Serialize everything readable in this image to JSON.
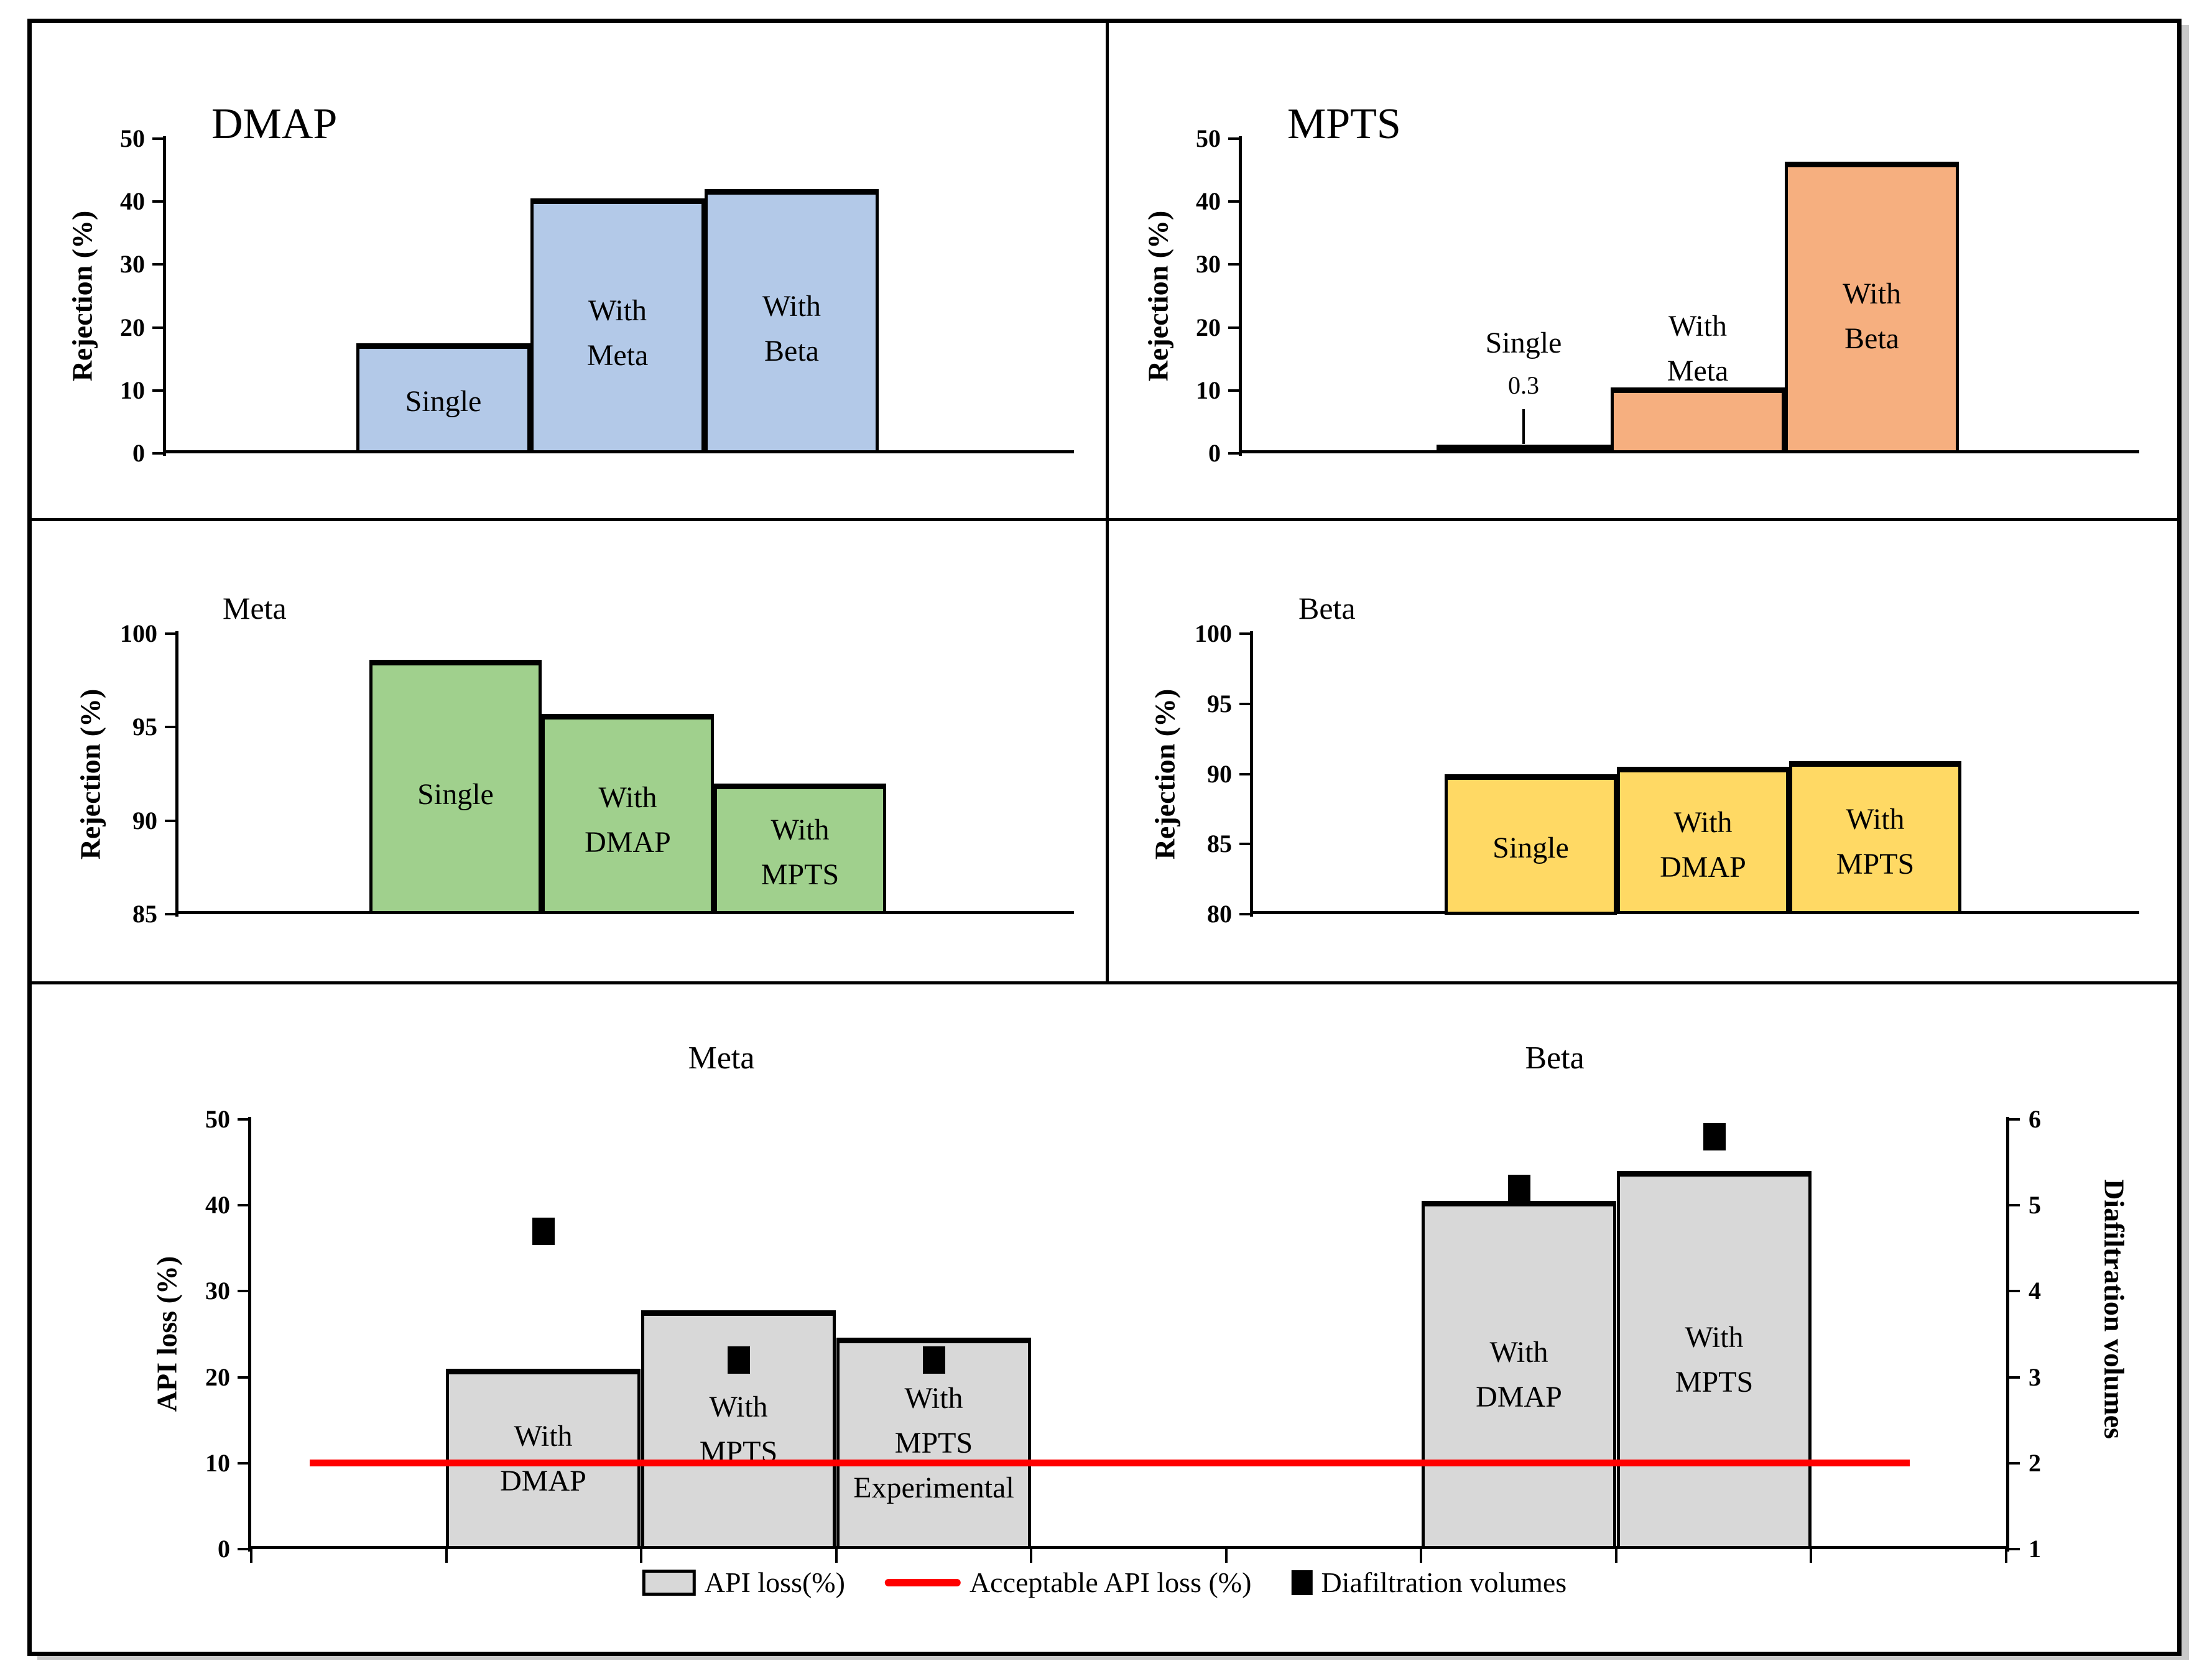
{
  "figure": {
    "background": "#FFFFFF",
    "border_color": "#000000"
  },
  "colors": {
    "dmap_bar": "#B3C9E8",
    "mpts_bar": "#F6AF7F",
    "meta_bar": "#A0D08D",
    "beta_bar": "#FFD964",
    "api_bar": "#D8D8D8",
    "acceptable_line": "#FF0000",
    "marker": "#000000"
  },
  "legend": {
    "items": [
      {
        "swatch": "bar-swatch",
        "label": "API loss(%)"
      },
      {
        "swatch": "line-swatch",
        "label": "Acceptable API loss (%)"
      },
      {
        "swatch": "square-swatch",
        "label": "Diafiltration volumes"
      }
    ]
  },
  "chart_data": [
    {
      "id": "dmap",
      "type": "bar",
      "title": "DMAP",
      "ylabel": "Rejection (%)",
      "ylim": [
        0,
        50
      ],
      "yticks": [
        0,
        10,
        20,
        30,
        40,
        50
      ],
      "bar_color": "#B3C9E8",
      "categories": [
        {
          "label_lines": [
            "Single"
          ],
          "value": 17.5,
          "label_pos": "inside"
        },
        {
          "label_lines": [
            "With",
            "Meta"
          ],
          "value": 40.5,
          "label_pos": "inside"
        },
        {
          "label_lines": [
            "With",
            "Beta"
          ],
          "value": 42,
          "label_pos": "inside"
        }
      ]
    },
    {
      "id": "mpts",
      "type": "bar",
      "title": "MPTS",
      "ylabel": "Rejection (%)",
      "ylim": [
        0,
        50
      ],
      "yticks": [
        0,
        10,
        20,
        30,
        40,
        50
      ],
      "bar_color": "#F6AF7F",
      "categories": [
        {
          "label_lines": [
            "Single"
          ],
          "value": 0.3,
          "label_pos": "above",
          "value_label": "0.3",
          "leader_line": true
        },
        {
          "label_lines": [
            "With",
            "Meta"
          ],
          "value": 10.5,
          "label_pos": "above"
        },
        {
          "label_lines": [
            "With",
            "Beta"
          ],
          "value": 46.3,
          "label_pos": "inside"
        }
      ]
    },
    {
      "id": "meta",
      "type": "bar",
      "title": "Meta",
      "ylabel": "Rejection (%)",
      "ylim": [
        85,
        100
      ],
      "yticks": [
        85,
        90,
        95,
        100
      ],
      "bar_color": "#A0D08D",
      "categories": [
        {
          "label_lines": [
            "Single"
          ],
          "value": 98.6,
          "label_pos": "inside"
        },
        {
          "label_lines": [
            "With",
            "DMAP"
          ],
          "value": 95.7,
          "label_pos": "inside"
        },
        {
          "label_lines": [
            "With",
            "MPTS"
          ],
          "value": 92,
          "label_pos": "inside"
        }
      ]
    },
    {
      "id": "beta",
      "type": "bar",
      "title": "Beta",
      "ylabel": "Rejection (%)",
      "ylim": [
        80,
        100
      ],
      "yticks": [
        80,
        85,
        90,
        95,
        100
      ],
      "bar_color": "#FFD964",
      "categories": [
        {
          "label_lines": [
            "Single"
          ],
          "value": 90,
          "label_pos": "inside"
        },
        {
          "label_lines": [
            "With",
            "DMAP"
          ],
          "value": 90.5,
          "label_pos": "inside"
        },
        {
          "label_lines": [
            "With",
            "MPTS"
          ],
          "value": 90.9,
          "label_pos": "inside"
        }
      ]
    },
    {
      "id": "api-loss",
      "type": "bar+scatter+line",
      "ylabel": "API loss (%)",
      "y2label": "Diafiltration volumes",
      "ylim": [
        0,
        50
      ],
      "yticks": [
        0,
        10,
        20,
        30,
        40,
        50
      ],
      "y2lim": [
        1,
        6
      ],
      "y2ticks": [
        1,
        2,
        3,
        4,
        5,
        6
      ],
      "bar_color": "#D8D8D8",
      "acceptable_api_loss": 10,
      "groups": [
        {
          "title": "Meta",
          "bars": [
            {
              "label_lines": [
                "With",
                "DMAP"
              ],
              "api_loss": 21,
              "diafiltration_volumes": 4.7
            },
            {
              "label_lines": [
                "With",
                "MPTS"
              ],
              "api_loss": 27.8,
              "diafiltration_volumes": 3.2
            },
            {
              "label_lines": [
                "With",
                "MPTS",
                "Experimental"
              ],
              "api_loss": 24.6,
              "diafiltration_volumes": 3.2
            }
          ]
        },
        {
          "title": "Beta",
          "bars": [
            {
              "label_lines": [
                "With",
                "DMAP"
              ],
              "api_loss": 40.5,
              "diafiltration_volumes": 5.2
            },
            {
              "label_lines": [
                "With",
                "MPTS"
              ],
              "api_loss": 44,
              "diafiltration_volumes": 5.8
            }
          ]
        }
      ]
    }
  ]
}
